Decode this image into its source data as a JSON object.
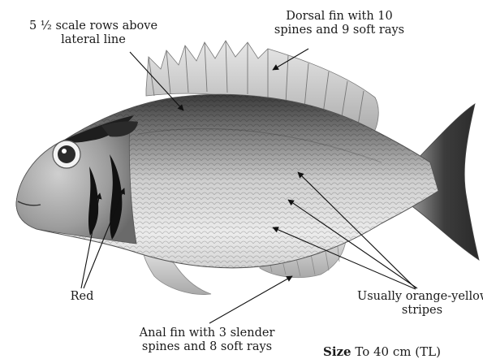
{
  "labels": {
    "scale_rows_line1": "5 ½ scale rows above",
    "scale_rows_line2": "lateral line",
    "dorsal_line1": "Dorsal fin with 10",
    "dorsal_line2": "spines and 9 soft rays",
    "red": "Red",
    "stripes_line1": "Usually orange-yellow",
    "stripes_line2": "stripes",
    "anal_line1": "Anal fin with 3 slender",
    "anal_line2": "spines and 8 soft rays",
    "size_label": "Size",
    "size_value": "To 40 cm (TL)"
  },
  "colors": {
    "body_light": "#e2e2e2",
    "body_dark": "#3a3a3a",
    "head_dark": "#1e1e1e",
    "red_marks": "#000000",
    "arrow": "#111111"
  }
}
